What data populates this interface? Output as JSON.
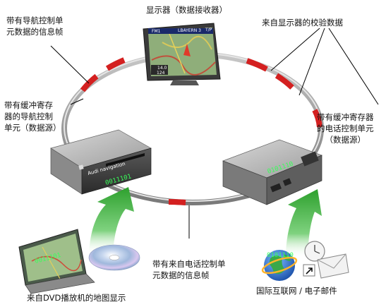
{
  "labels": {
    "display": "显示器（数据接收器）",
    "nav_frame": [
      "带有导航控制单",
      "元数据的信息帧"
    ],
    "checksum": "来自显示器的校验数据",
    "nav_unit": [
      "带有缓冲寄存",
      "器的导航控制",
      "单元（数据源）"
    ],
    "phone_unit": [
      "带有缓冲寄存器",
      "的电话控制单元",
      "（数据源）"
    ],
    "phone_frame": [
      "带有来自电话控制单",
      "元数据的信息帧"
    ],
    "dvd": "来自DVD播放机的地图显示",
    "internet": "国际互联网 / 电子邮件"
  },
  "screen": {
    "header_left": "FM1",
    "header_mid": "LBAYERN 3",
    "header_right": "T/P",
    "bottom_1": "14.0",
    "bottom_2": "124"
  },
  "nav_unit_brand": "Audi navigation",
  "codes": {
    "nav": "0011101",
    "phone": "0101110",
    "dvd": "0011101",
    "internet": "0101110"
  },
  "colors": {
    "ring_red": "#d42020",
    "ring_gray": "#9a9a9a",
    "arrow_green": "#3cb43c",
    "code_green": "#39ff5a"
  }
}
